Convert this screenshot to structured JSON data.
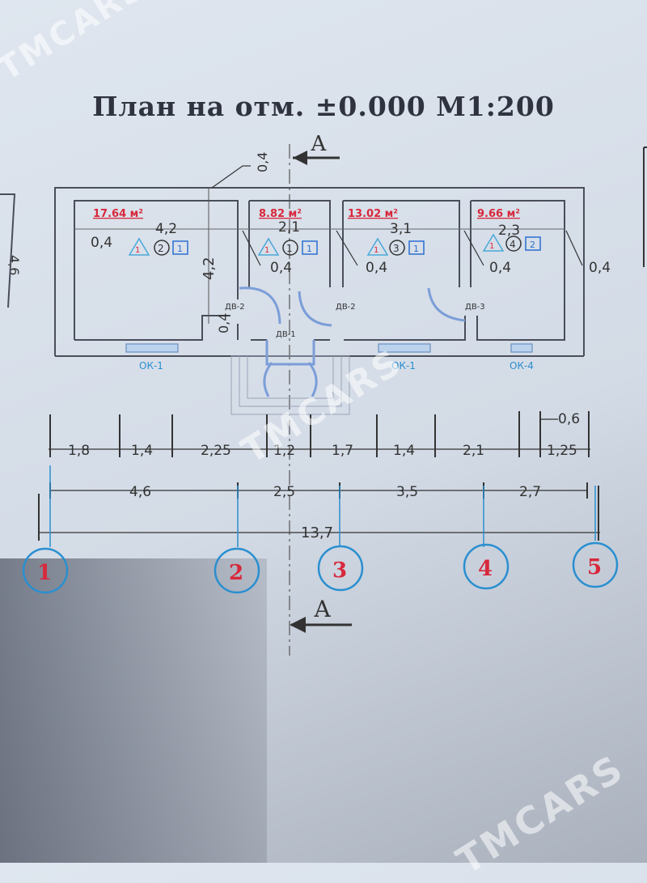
{
  "title": "План  на отм. ±0.000  М1:200",
  "section_mark": "А",
  "rooms": [
    {
      "area": "17.64 м²",
      "width": "4,2",
      "number": "2",
      "type": "1",
      "tag": "1",
      "wall": "0,4"
    },
    {
      "area": "8.82 м²",
      "width": "2,1",
      "number": "1",
      "type": "1",
      "tag": "1",
      "wall": "0,4"
    },
    {
      "area": "13.02 м²",
      "width": "3,1",
      "number": "3",
      "type": "1",
      "tag": "1",
      "wall": "0,4"
    },
    {
      "area": "9.66 м²",
      "width": "2,3",
      "number": "4",
      "type": "1",
      "tag": "2",
      "wall": "0,4"
    }
  ],
  "wall_labels": {
    "top": "0,4",
    "room1_left": "0,4",
    "room1_height": "4,2",
    "corridor": "0,4",
    "right": "0,4",
    "left_cut": "4,6"
  },
  "doors": [
    "ДВ-2",
    "ДВ-2",
    "ДВ-1",
    "ДВ-3"
  ],
  "windows": [
    "ОК-1",
    "ОК-1",
    "ОК-4"
  ],
  "dims_row1": [
    "1,8",
    "1,4",
    "2,25",
    "1,2",
    "1,7",
    "1,4",
    "2,1",
    "1,25"
  ],
  "dims_row1_extra": "0,6",
  "dims_row2": [
    "4,6",
    "2,5",
    "3,5",
    "2,7"
  ],
  "dims_total": "13,7",
  "axes": [
    "1",
    "2",
    "3",
    "4",
    "5"
  ],
  "watermark": "TMCARS",
  "colors": {
    "wall": "#4a4e5a",
    "area_red": "#d8283c",
    "axis_blue": "#2a8fd0",
    "axis_red": "#d8283c",
    "door_blue": "#7b9ed8"
  }
}
